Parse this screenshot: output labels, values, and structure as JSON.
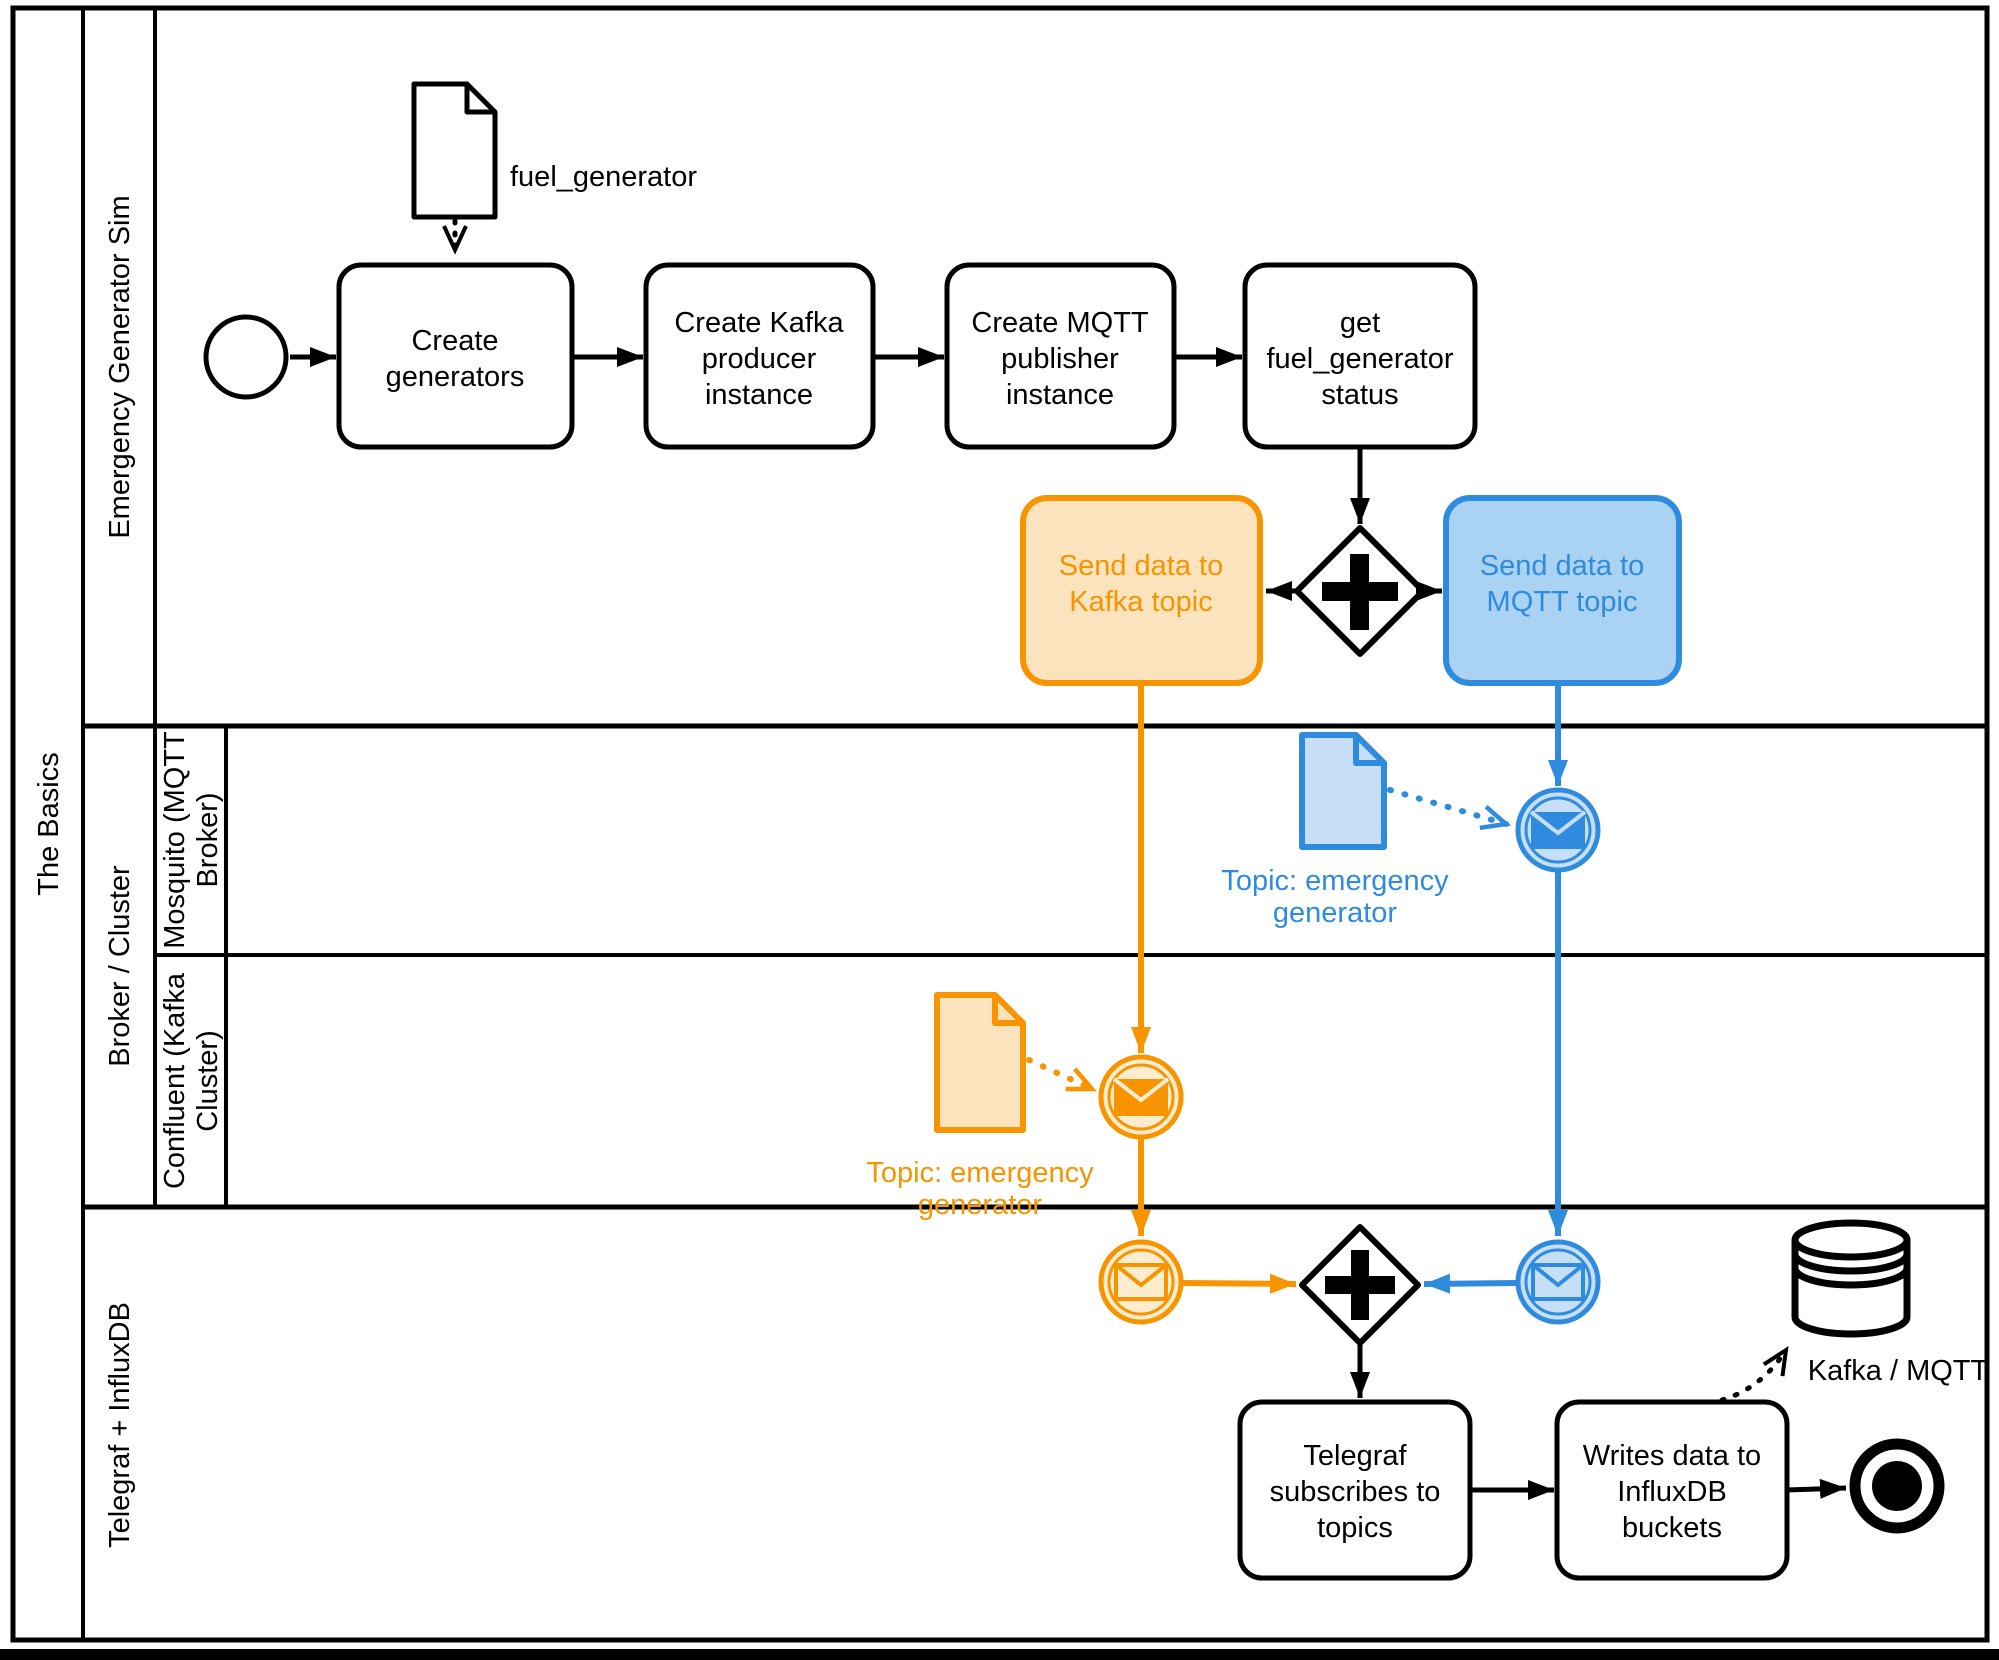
{
  "pool": {
    "label": "The Basics"
  },
  "lanes": {
    "sim": {
      "label": "Emergency Generator Sim"
    },
    "broker": {
      "label": "Broker / Cluster"
    },
    "mqtt": {
      "l1": "Mosquito (MQTT",
      "l2": "Broker)"
    },
    "kafka": {
      "l1": "Confluent (Kafka",
      "l2": "Cluster)"
    },
    "telegraf": {
      "label": "Telegraf + InfluxDB"
    }
  },
  "docs": {
    "fuel": {
      "label": "fuel_generator"
    },
    "kafka_topic": {
      "l1": "Topic: emergency",
      "l2": "generator"
    },
    "mqtt_topic": {
      "l1": "Topic: emergency",
      "l2": "generator"
    }
  },
  "datastore": {
    "label": "Kafka / MQTT"
  },
  "tasks": {
    "create_generators": {
      "l1": "Create",
      "l2": "generators"
    },
    "create_kafka_producer": {
      "l1": "Create Kafka",
      "l2": "producer",
      "l3": "instance"
    },
    "create_mqtt_publisher": {
      "l1": "Create MQTT",
      "l2": "publisher",
      "l3": "instance"
    },
    "get_fuel_status": {
      "l1": "get",
      "l2": "fuel_generator",
      "l3": "status"
    },
    "send_kafka": {
      "l1": "Send data to",
      "l2": "Kafka topic"
    },
    "send_mqtt": {
      "l1": "Send data to",
      "l2": "MQTT topic"
    },
    "telegraf_subscribes": {
      "l1": "Telegraf",
      "l2": "subscribes to",
      "l3": "topics"
    },
    "writes_influx": {
      "l1": "Writes data to",
      "l2": "InfluxDB",
      "l3": "buckets"
    }
  },
  "icons": {
    "start_event": "start-event-circle",
    "end_event": "terminate-end-event",
    "parallel_gateway": "parallel-gateway-plus",
    "message_event": "message-envelope",
    "document": "document-page",
    "datastore": "database-cylinder"
  },
  "colors": {
    "orange": "#F79400",
    "orange_fill": "#FBE3BD",
    "orange_fill_light": "#FDECCE",
    "blue": "#2E8BDE",
    "blue_fill": "#A9D2F3",
    "blue_fill_light": "#C6DFF7",
    "line": "#000000",
    "background": "#FFFFFF"
  }
}
